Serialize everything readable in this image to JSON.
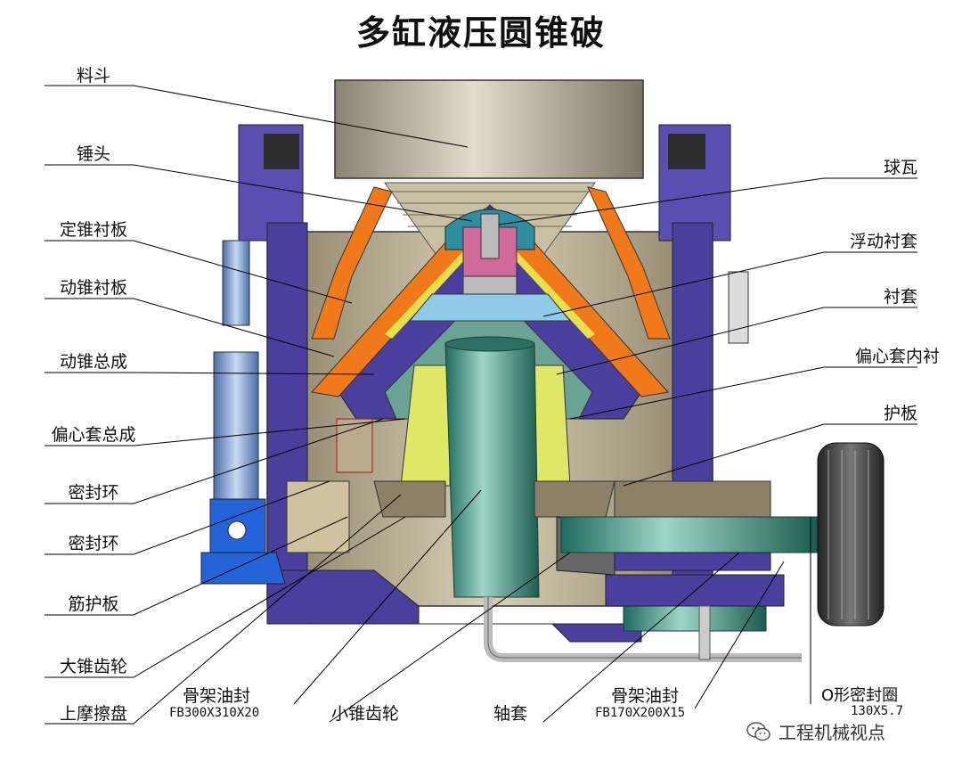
{
  "title": "多缸液压圆锥破",
  "labels_left": [
    {
      "text": "料斗"
    },
    {
      "text": "锤头"
    },
    {
      "text": "定锥衬板"
    },
    {
      "text": "动锥衬板"
    },
    {
      "text": "动锥总成"
    },
    {
      "text": "偏心套总成"
    },
    {
      "text": "密封环"
    },
    {
      "text": "密封环"
    },
    {
      "text": "筋护板"
    },
    {
      "text": "大锥齿轮"
    },
    {
      "text": "上摩擦盘"
    }
  ],
  "labels_right": [
    {
      "text": "球瓦"
    },
    {
      "text": "浮动衬套"
    },
    {
      "text": "衬套"
    },
    {
      "text": "偏心套内衬"
    },
    {
      "text": "护板"
    }
  ],
  "labels_bottom": {
    "oil_seal_1": {
      "name": "骨架油封",
      "spec": "FB300X310X20"
    },
    "small_gear": "小锥齿轮",
    "bushing": "轴套",
    "oil_seal_2": {
      "name": "骨架油封",
      "spec": "FB170X200X15"
    },
    "o_ring": {
      "name": "O形密封圈",
      "spec": "130X5.7"
    }
  },
  "watermark": "工程机械视点",
  "colors": {
    "purple": "#4b3f9e",
    "orange": "#f07a1a",
    "tan": "#b8aa8a",
    "teal": "#3a8f80",
    "blue": "#2563d9",
    "lightblue": "#8ecbe8",
    "pink": "#d06a9a",
    "yellow": "#e8e04a",
    "leader": "#000000"
  }
}
